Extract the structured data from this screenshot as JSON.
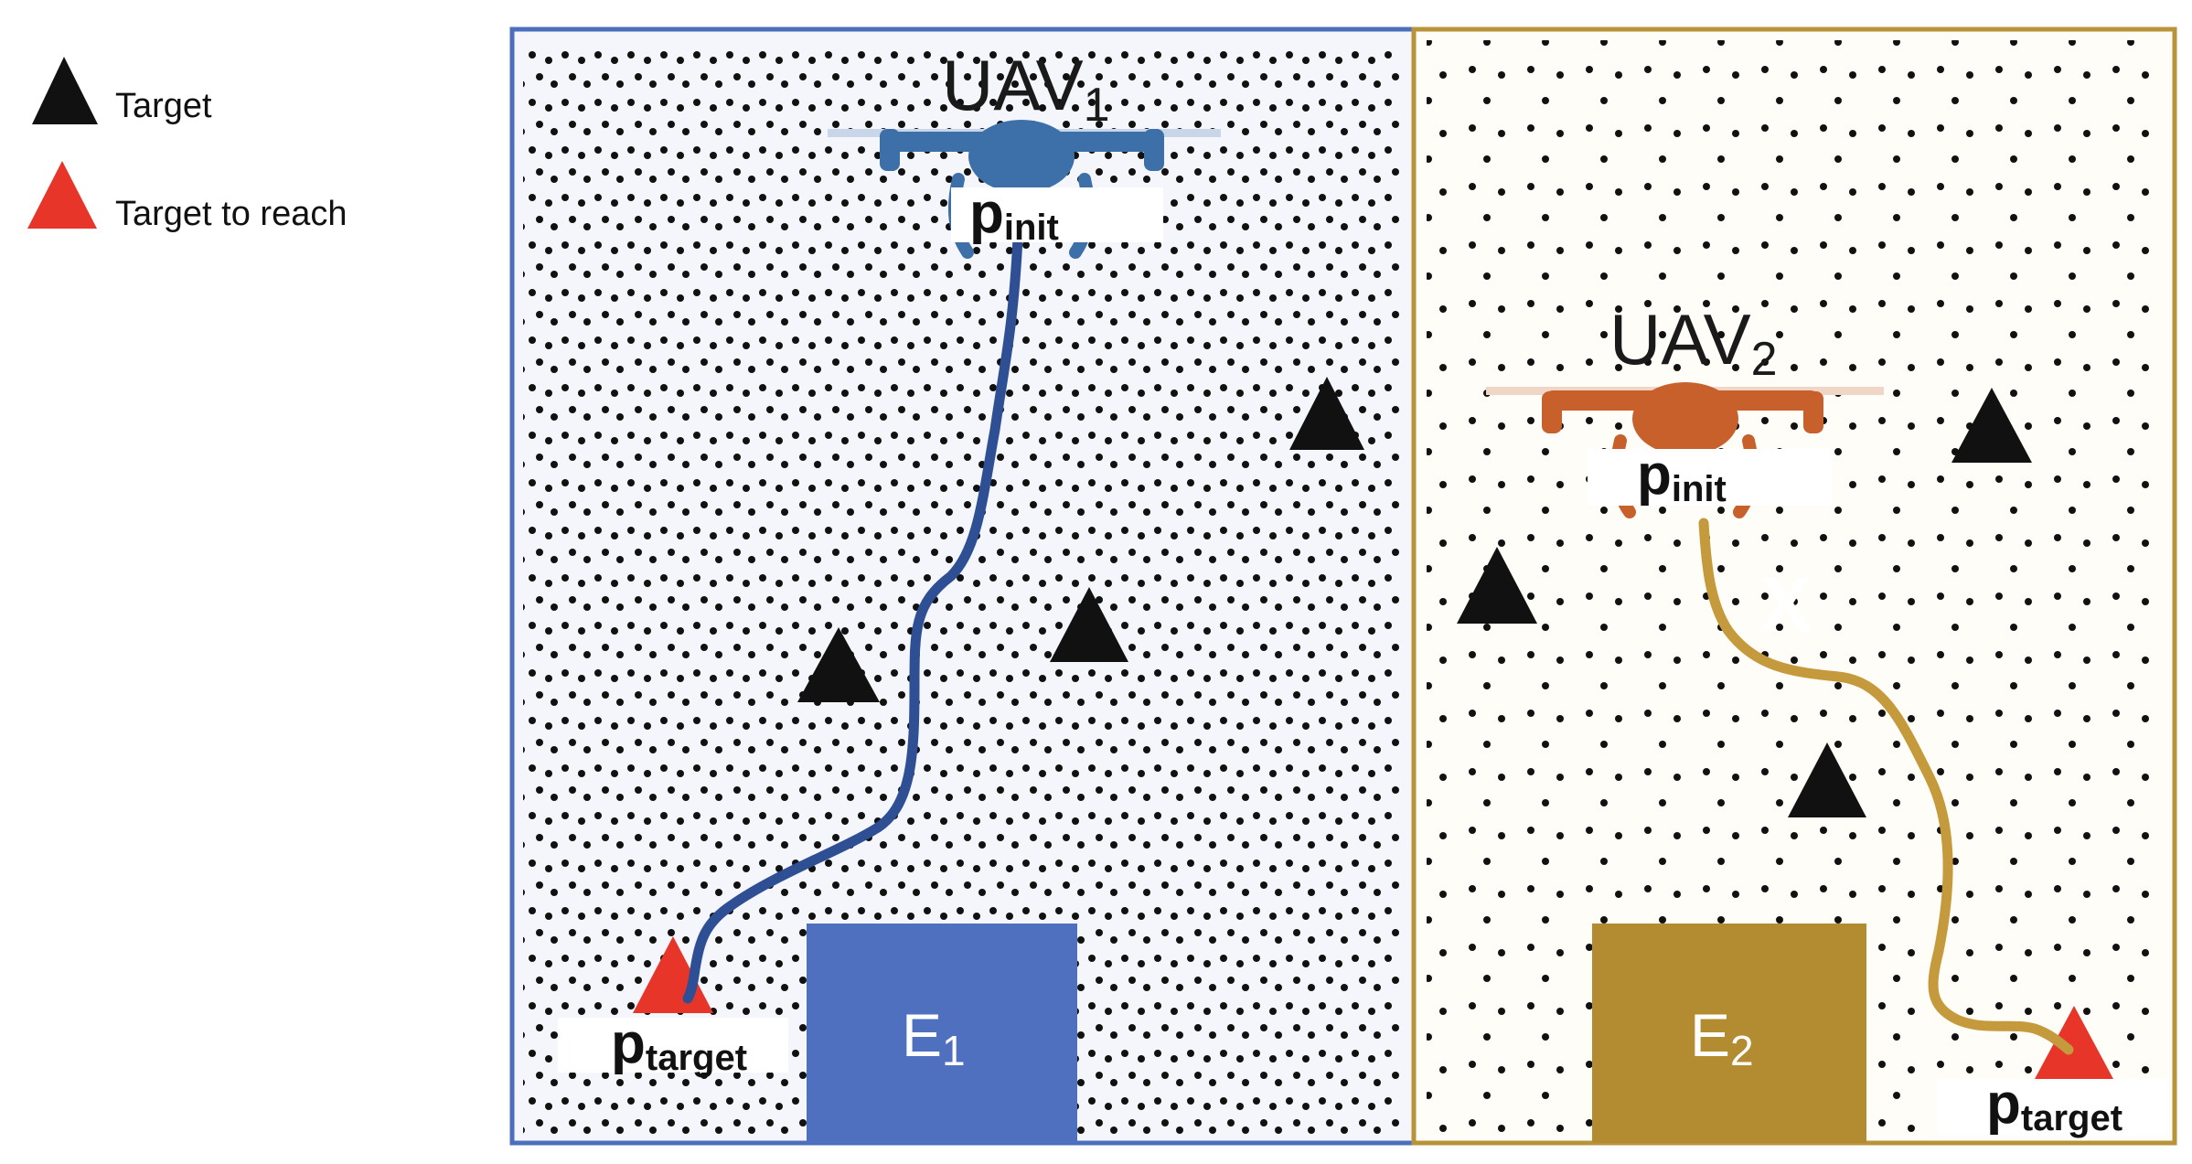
{
  "legend": {
    "target_label": "Target",
    "target_to_reach_label": "Target to reach"
  },
  "uav1": {
    "name": "UAV",
    "index": "1",
    "p_init": "p",
    "p_init_sub": "init",
    "p_target": "p",
    "p_target_sub": "target",
    "zone_name": "E",
    "zone_index": "1"
  },
  "uav2": {
    "name": "UAV",
    "index": "2",
    "p_init": "p",
    "p_init_sub": "init",
    "p_target": "p",
    "p_target_sub": "target",
    "zone_name": "E",
    "zone_index": "2",
    "blocked_mark": "X"
  },
  "colors": {
    "target": "#111111",
    "target_to_reach": "#e8352a",
    "uav1": "#3d6fa8",
    "uav1_path": "#2f4f95",
    "uav1_frame": "#4c6fbd",
    "zone1": "#4f70bf",
    "uav2": "#c8602c",
    "uav2_path": "#c59a3c",
    "uav2_frame": "#b8933a",
    "zone2": "#b38c32",
    "panel1_bg": "#f4f6fb",
    "panel2_bg": "#fffdf8",
    "dots": "#111111"
  }
}
